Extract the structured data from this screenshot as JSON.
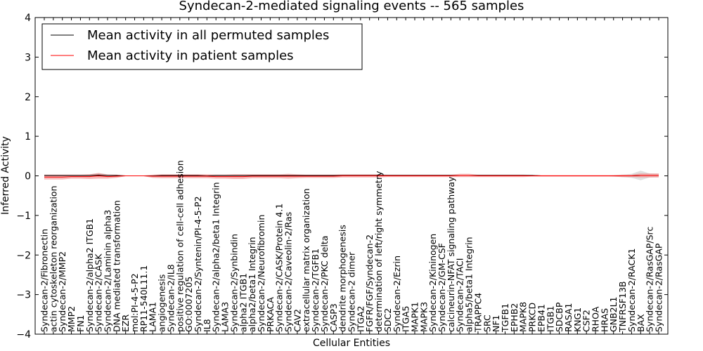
{
  "chart_data": {
    "type": "line",
    "title": "Syndecan-2-mediated signaling events -- 565 samples",
    "xlabel": "Cellular Entities",
    "ylabel": "Inferred Activity",
    "ylim": [
      -4,
      4
    ],
    "yticks": [
      "−4",
      "−3",
      "−2",
      "−1",
      "0",
      "1",
      "2",
      "3",
      "4"
    ],
    "grid": false,
    "legend_position": "top-left",
    "categories": [
      "Syndecan-2/Fibronectin",
      "actin cytoskeleton reorganization",
      "Syndecan-2/MMP2",
      "MMP2",
      "FN1",
      "Syndecan-2/alpha2 ITGB1",
      "Syndecan-2/CASK",
      "Syndecan-2/Laminin alpha3",
      "DNA mediated transformation",
      "EZR",
      "mol:PI-4-5-P2",
      "RP11-540L11.1",
      "LAMA1",
      "angiogenesis",
      "Syndecan-2/IL8",
      "positive regulation of cell-cell adhesion",
      "GO:0007205",
      "Syndecan-2/Syntenin/PI-4-5-P2",
      "IL8",
      "Syndecan-2/alpha2/beta1 Integrin",
      "LAMA3",
      "Syndecan-2/Synbindin",
      "alpha2 ITGB1",
      "alpha2/beta1 Integrin",
      "Syndecan-2/Neurofibromin",
      "PRKACA",
      "Syndecan-2/CASK/Protein 4.1",
      "Syndecan-2/Caveolin-2/Ras",
      "CAV2",
      "extracellular matrix organization",
      "Syndecan-2/TGFB1",
      "Syndecan-2/PKC delta",
      "CASP3",
      "dendrite morphogenesis",
      "Syndecan-2 dimer",
      "ITGA2",
      "FGFR/FGF/Syndecan-2",
      "determination of left/right symmetry",
      "SDC2",
      "Syndecan-2/Ezrin",
      "ITGA5",
      "MAPK1",
      "MAPK3",
      "Syndecan-2/Kininogen",
      "Syndecan-2/GM-CSF",
      "calcineurin-NFAT signaling pathway",
      "Syndecan-2/TACI",
      "alpha5/beta1 Integrin",
      "TRAPPC4",
      "SRC",
      "NF1",
      "TGFB1",
      "EPHB2",
      "MAPK8",
      "PRKCD",
      "EPB41",
      "ITGB1",
      "SDCBP",
      "RASA1",
      "KNG1",
      "CSF2",
      "RHOA",
      "HRAS",
      "GNB2L1",
      "TNFRSF13B",
      "Syndecan-2/RACK1",
      "BAX",
      "Syndecan-2/RasGAP/Src",
      "Syndecan-2/RasGAP"
    ],
    "series": [
      {
        "name": "Mean activity in all permuted samples",
        "color": "#000000",
        "band_color": "#bbbbbb",
        "values": [
          0.01,
          0.01,
          0.01,
          0.01,
          0.01,
          0.01,
          0.02,
          0.01,
          0.01,
          0.0,
          0.0,
          0.0,
          0.0,
          0.01,
          0.01,
          0.01,
          0.01,
          0.01,
          0.0,
          0.01,
          0.01,
          0.01,
          0.01,
          0.01,
          0.01,
          0.01,
          0.01,
          0.01,
          0.01,
          0.01,
          0.01,
          0.01,
          0.01,
          0.01,
          0.01,
          0.01,
          0.01,
          0.01,
          0.01,
          0.01,
          0.01,
          0.01,
          0.01,
          0.01,
          0.01,
          0.01,
          0.01,
          0.01,
          0.01,
          0.01,
          0.01,
          0.01,
          0.01,
          0.01,
          0.01,
          0.0,
          0.0,
          0.0,
          0.0,
          0.0,
          0.0,
          0.0,
          0.0,
          0.0,
          0.0,
          0.0,
          0.01,
          0.01,
          0.01
        ],
        "spread": [
          0.02,
          0.02,
          0.02,
          0.02,
          0.02,
          0.02,
          0.05,
          0.03,
          0.02,
          0.0,
          0.0,
          0.0,
          0.0,
          0.02,
          0.02,
          0.02,
          0.02,
          0.02,
          0.02,
          0.02,
          0.02,
          0.02,
          0.02,
          0.02,
          0.02,
          0.02,
          0.02,
          0.02,
          0.02,
          0.02,
          0.02,
          0.02,
          0.02,
          0.02,
          0.02,
          0.02,
          0.02,
          0.02,
          0.02,
          0.02,
          0.02,
          0.02,
          0.02,
          0.02,
          0.02,
          0.02,
          0.02,
          0.02,
          0.02,
          0.02,
          0.02,
          0.02,
          0.02,
          0.02,
          0.02,
          0.0,
          0.0,
          0.0,
          0.0,
          0.0,
          0.0,
          0.0,
          0.0,
          0.02,
          0.03,
          0.05,
          0.12,
          0.05,
          0.04
        ]
      },
      {
        "name": "Mean activity in patient samples",
        "color": "#ff0000",
        "band_color": "#f08080",
        "values": [
          -0.03,
          -0.03,
          -0.03,
          -0.02,
          -0.02,
          -0.02,
          0.0,
          -0.02,
          -0.01,
          0.0,
          0.0,
          0.0,
          -0.01,
          -0.01,
          -0.01,
          -0.01,
          -0.01,
          -0.01,
          -0.01,
          -0.02,
          -0.02,
          -0.02,
          -0.02,
          -0.01,
          -0.01,
          -0.01,
          -0.01,
          -0.01,
          -0.01,
          -0.01,
          -0.01,
          -0.01,
          -0.01,
          0.0,
          0.0,
          0.0,
          0.0,
          0.0,
          0.0,
          0.0,
          0.0,
          0.0,
          0.0,
          0.0,
          0.0,
          0.0,
          0.01,
          0.01,
          0.0,
          0.0,
          0.0,
          0.0,
          0.0,
          0.0,
          0.0,
          0.0,
          0.0,
          0.0,
          0.0,
          0.0,
          0.0,
          0.0,
          0.0,
          0.0,
          0.0,
          0.0,
          0.01,
          0.01,
          0.01
        ],
        "spread": [
          0.06,
          0.06,
          0.06,
          0.05,
          0.05,
          0.06,
          0.07,
          0.05,
          0.04,
          0.01,
          0.0,
          0.01,
          0.04,
          0.05,
          0.05,
          0.05,
          0.05,
          0.05,
          0.05,
          0.05,
          0.05,
          0.06,
          0.06,
          0.05,
          0.05,
          0.05,
          0.05,
          0.06,
          0.05,
          0.04,
          0.04,
          0.04,
          0.04,
          0.04,
          0.04,
          0.04,
          0.04,
          0.04,
          0.03,
          0.03,
          0.03,
          0.03,
          0.03,
          0.03,
          0.03,
          0.03,
          0.04,
          0.04,
          0.03,
          0.03,
          0.03,
          0.03,
          0.03,
          0.03,
          0.02,
          0.02,
          0.02,
          0.02,
          0.02,
          0.02,
          0.02,
          0.02,
          0.02,
          0.02,
          0.03,
          0.03,
          0.05,
          0.05,
          0.05
        ]
      }
    ]
  }
}
